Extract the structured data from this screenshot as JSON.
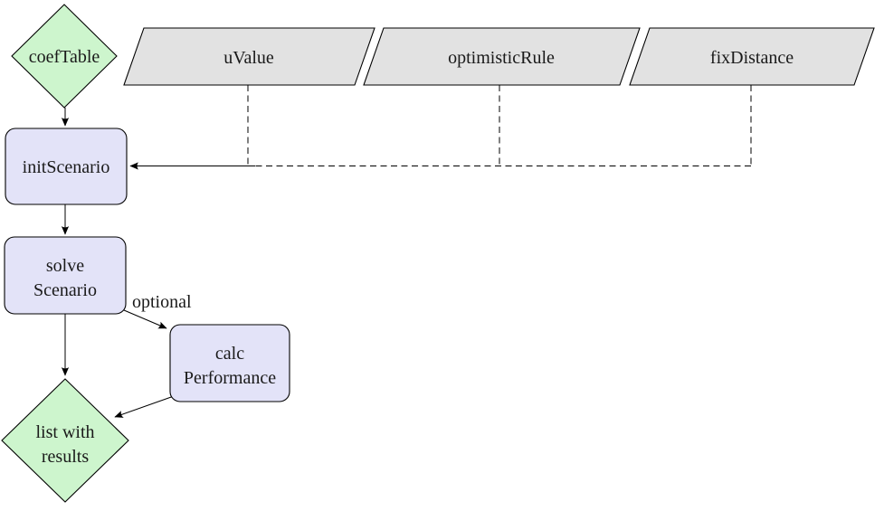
{
  "diagram": {
    "type": "flowchart",
    "nodes": {
      "coef_table": {
        "label": "coefTable",
        "shape": "diamond",
        "fill": "#cdf5cd"
      },
      "u_value": {
        "label": "uValue",
        "shape": "parallelogram",
        "fill": "#e2e2e2"
      },
      "optimistic_rule": {
        "label": "optimisticRule",
        "shape": "parallelogram",
        "fill": "#e2e2e2"
      },
      "fix_distance": {
        "label": "fixDistance",
        "shape": "parallelogram",
        "fill": "#e2e2e2"
      },
      "init_scenario": {
        "label": "initScenario",
        "shape": "rounded-rect",
        "fill": "#e3e3f8"
      },
      "solve_scenario": {
        "lines": [
          "solve",
          "Scenario"
        ],
        "shape": "rounded-rect",
        "fill": "#e3e3f8"
      },
      "calc_performance": {
        "lines": [
          "calc",
          "Performance"
        ],
        "shape": "rounded-rect",
        "fill": "#e3e3f8"
      },
      "list_with_results": {
        "lines": [
          "list with",
          "results"
        ],
        "shape": "diamond",
        "fill": "#cdf5cd"
      }
    },
    "edge_labels": {
      "optional": "optional"
    },
    "colors": {
      "green_node": "#cdf5cd",
      "blue_node": "#e3e3f8",
      "gray_node": "#e2e2e2",
      "stroke": "#000000",
      "background": "#ffffff"
    }
  }
}
